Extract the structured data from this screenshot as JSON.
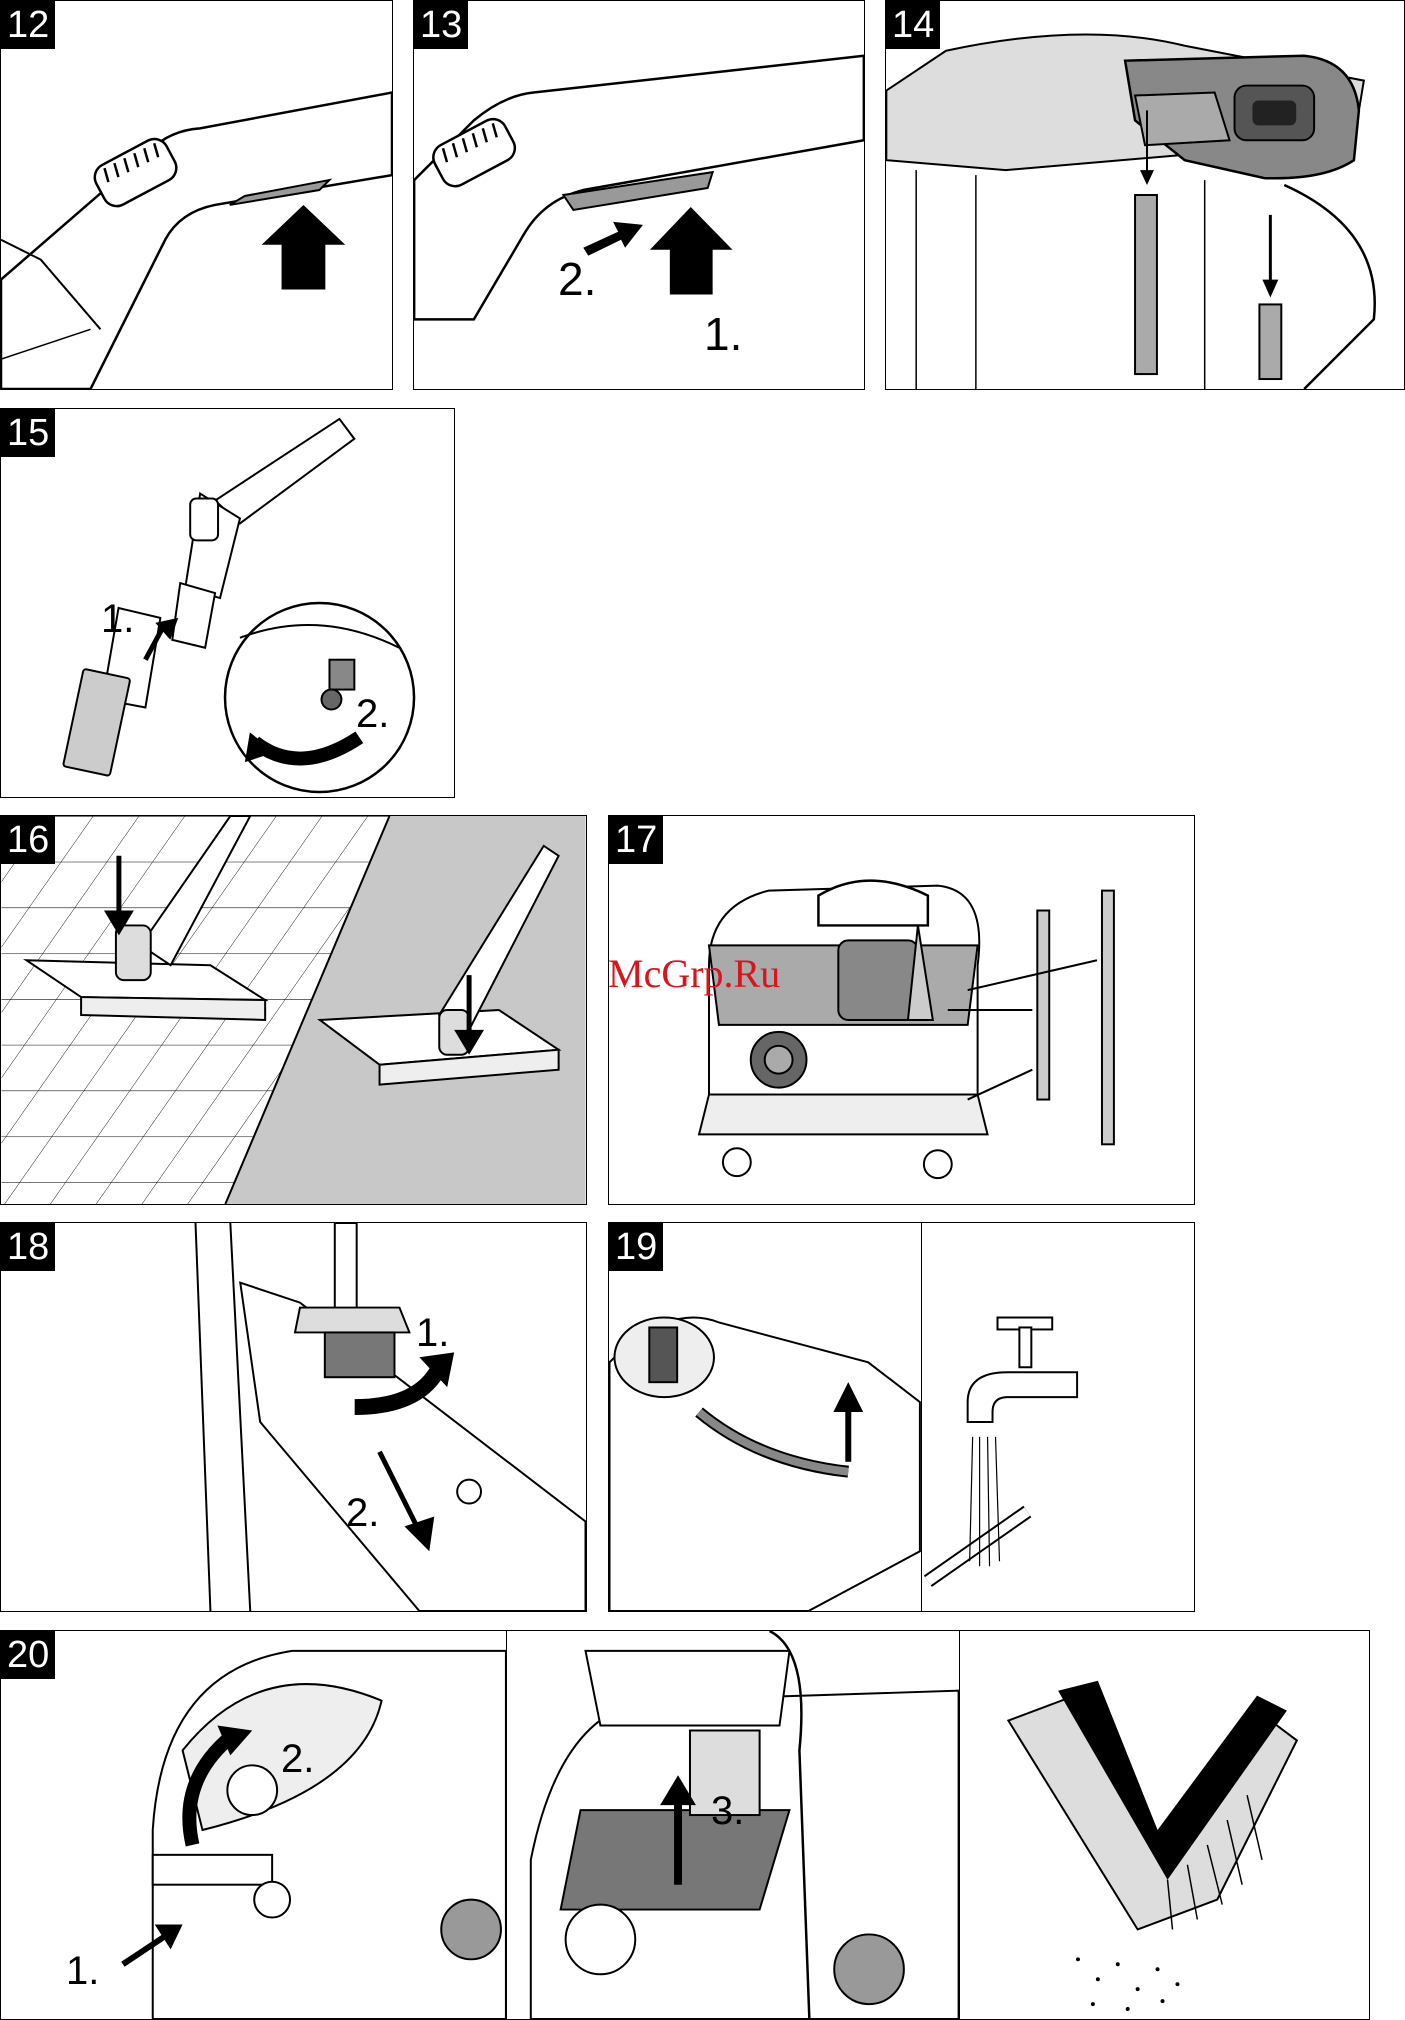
{
  "watermark": "McGrp.Ru",
  "figures": {
    "f12": {
      "number": "12"
    },
    "f13": {
      "number": "13",
      "steps": [
        "1.",
        "2."
      ]
    },
    "f14": {
      "number": "14"
    },
    "f15": {
      "number": "15",
      "steps": [
        "1.",
        "2."
      ]
    },
    "f16": {
      "number": "16"
    },
    "f17": {
      "number": "17"
    },
    "f18": {
      "number": "18",
      "steps": [
        "1.",
        "2."
      ]
    },
    "f19": {
      "number": "19"
    },
    "f20": {
      "number": "20",
      "steps": [
        "1.",
        "2.",
        "3."
      ]
    }
  }
}
